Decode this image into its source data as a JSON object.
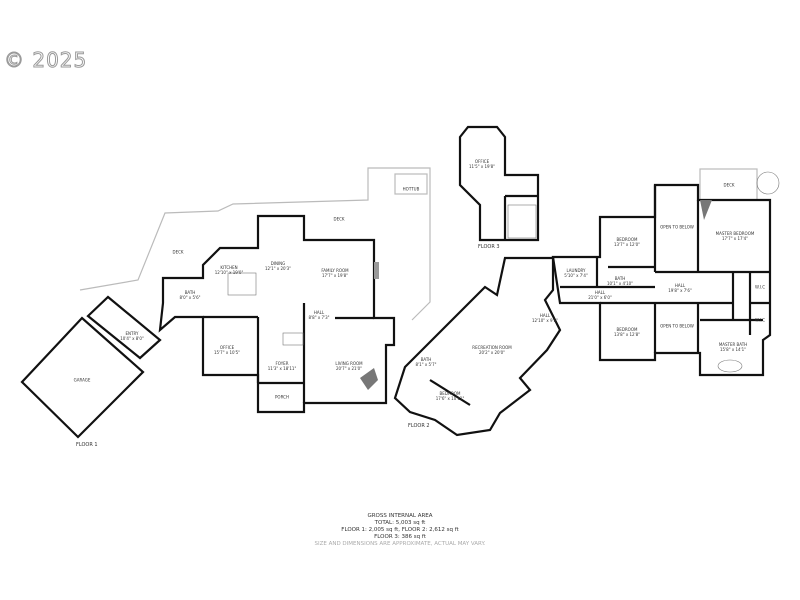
{
  "watermark": "© 2025",
  "floors": [
    "FLOOR 1",
    "FLOOR 2",
    "FLOOR 3"
  ],
  "rooms": [
    {
      "name": "GARAGE",
      "dims": ""
    },
    {
      "name": "ENTRY",
      "dims": "10'4\" x 8'0\""
    },
    {
      "name": "DECK",
      "dims": ""
    },
    {
      "name": "BATH",
      "dims": "8'0\" x 5'6\""
    },
    {
      "name": "KITCHEN",
      "dims": "12'10\" x 19'0\""
    },
    {
      "name": "DINING",
      "dims": "12'1\" x 20'3\""
    },
    {
      "name": "DECK",
      "dims": ""
    },
    {
      "name": "HOTTUB",
      "dims": ""
    },
    {
      "name": "FAMILY ROOM",
      "dims": "17'7\" x 19'8\""
    },
    {
      "name": "HALL",
      "dims": "8'8\" x 7'3\""
    },
    {
      "name": "OFFICE",
      "dims": "15'7\" x 10'5\""
    },
    {
      "name": "FOYER",
      "dims": "11'3\" x 18'11\""
    },
    {
      "name": "PORCH",
      "dims": ""
    },
    {
      "name": "LIVING ROOM",
      "dims": "20'7\" x 21'0\""
    },
    {
      "name": "OFFICE",
      "dims": "11'5\" x 19'8\""
    },
    {
      "name": "RECREATION ROOM",
      "dims": "20'2\" x 20'0\""
    },
    {
      "name": "BATH",
      "dims": "8'1\" x 5'7\""
    },
    {
      "name": "BEDROOM",
      "dims": "17'6\" x 10'11\""
    },
    {
      "name": "HALL",
      "dims": "12'10\" x 9'8\""
    },
    {
      "name": "LAUNDRY",
      "dims": "5'10\" x 7'4\""
    },
    {
      "name": "BATH",
      "dims": "10'1\" x 4'10\""
    },
    {
      "name": "HALL",
      "dims": "21'0\" x 6'0\""
    },
    {
      "name": "BEDROOM",
      "dims": "13'7\" x 12'0\""
    },
    {
      "name": "BEDROOM",
      "dims": "13'8\" x 12'8\""
    },
    {
      "name": "OPEN TO BELOW",
      "dims": ""
    },
    {
      "name": "OPEN TO BELOW",
      "dims": ""
    },
    {
      "name": "HALL",
      "dims": "19'8\" x 7'6\""
    },
    {
      "name": "DECK",
      "dims": ""
    },
    {
      "name": "MASTER BEDROOM",
      "dims": "17'7\" x 17'4\""
    },
    {
      "name": "W.I.C",
      "dims": ""
    },
    {
      "name": "W.I.C",
      "dims": ""
    },
    {
      "name": "MASTER BATH",
      "dims": "15'8\" x 14'1\""
    }
  ],
  "gross_area": {
    "title": "GROSS INTERNAL AREA",
    "total": "TOTAL: 5,003 sq ft",
    "floors_1_2": "FLOOR 1: 2,005 sq ft, FLOOR 2: 2,612 sq ft",
    "floor_3": "FLOOR 3: 386 sq ft",
    "note": "SIZE AND DIMENSIONS ARE APPROXIMATE, ACTUAL MAY VARY."
  }
}
